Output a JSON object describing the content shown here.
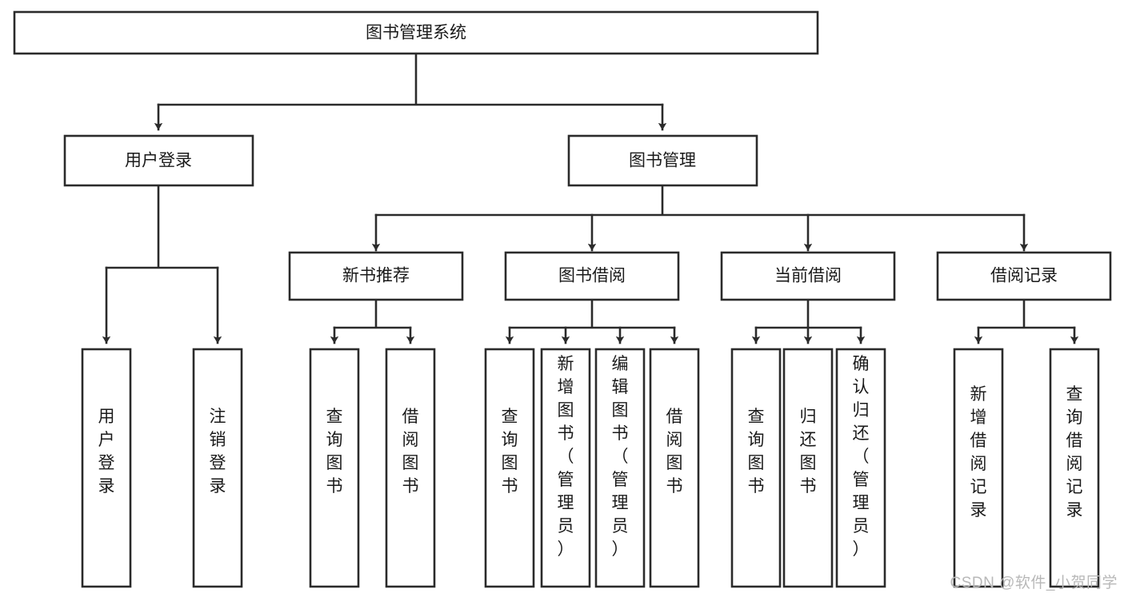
{
  "diagram": {
    "type": "tree-hierarchy",
    "title": "图书管理系统",
    "watermark": "CSDN @软件_小贺同学",
    "colors": {
      "stroke": "#2b2b2b",
      "fill": "#ffffff",
      "text": "#1a1a1a",
      "watermark": "#b8b8b8"
    },
    "levels": {
      "root": {
        "label": "图书管理系统"
      },
      "level2": [
        {
          "label": "用户登录"
        },
        {
          "label": "图书管理"
        }
      ],
      "level3": [
        {
          "label": "新书推荐"
        },
        {
          "label": "图书借阅"
        },
        {
          "label": "当前借阅"
        },
        {
          "label": "借阅记录"
        }
      ],
      "leaves": [
        {
          "label": "用户登录"
        },
        {
          "label": "注销登录"
        },
        {
          "label": "查询图书"
        },
        {
          "label": "借阅图书"
        },
        {
          "label": "查询图书"
        },
        {
          "label": "新增图书（管理员）"
        },
        {
          "label": "编辑图书（管理员）"
        },
        {
          "label": "借阅图书"
        },
        {
          "label": "查询图书"
        },
        {
          "label": "归还图书"
        },
        {
          "label": "确认归还（管理员）"
        },
        {
          "label": "新增借阅记录"
        },
        {
          "label": "查询借阅记录"
        }
      ]
    },
    "edges": [
      {
        "from": "图书管理系统",
        "to": "用户登录"
      },
      {
        "from": "图书管理系统",
        "to": "图书管理"
      },
      {
        "from": "用户登录",
        "to": "用户登录"
      },
      {
        "from": "用户登录",
        "to": "注销登录"
      },
      {
        "from": "图书管理",
        "to": "新书推荐"
      },
      {
        "from": "图书管理",
        "to": "图书借阅"
      },
      {
        "from": "图书管理",
        "to": "当前借阅"
      },
      {
        "from": "图书管理",
        "to": "借阅记录"
      },
      {
        "from": "新书推荐",
        "to": "查询图书"
      },
      {
        "from": "新书推荐",
        "to": "借阅图书"
      },
      {
        "from": "图书借阅",
        "to": "查询图书"
      },
      {
        "from": "图书借阅",
        "to": "新增图书（管理员）"
      },
      {
        "from": "图书借阅",
        "to": "编辑图书（管理员）"
      },
      {
        "from": "图书借阅",
        "to": "借阅图书"
      },
      {
        "from": "当前借阅",
        "to": "查询图书"
      },
      {
        "from": "当前借阅",
        "to": "归还图书"
      },
      {
        "from": "当前借阅",
        "to": "确认归还（管理员）"
      },
      {
        "from": "借阅记录",
        "to": "新增借阅记录"
      },
      {
        "from": "借阅记录",
        "to": "查询借阅记录"
      }
    ]
  }
}
